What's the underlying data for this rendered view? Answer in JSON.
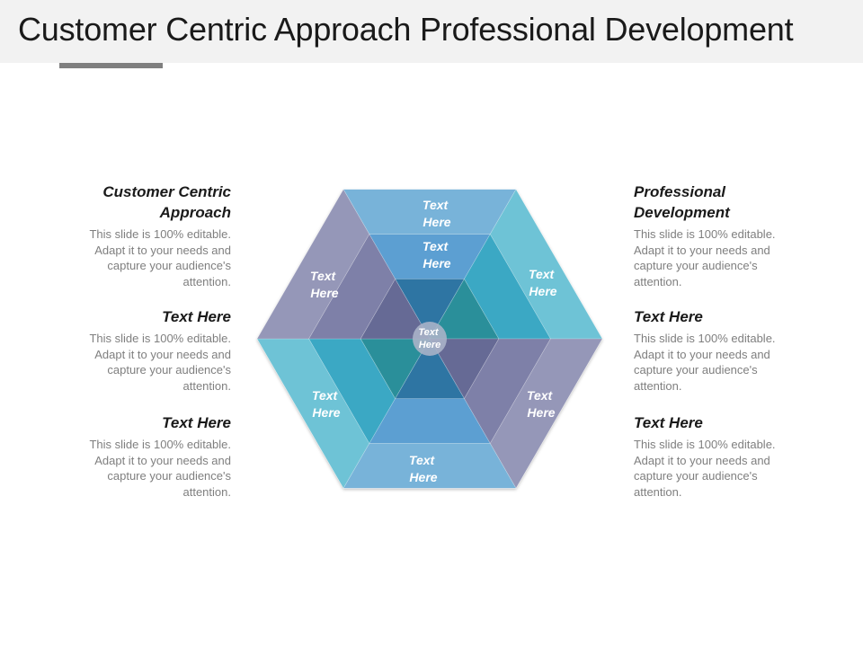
{
  "title": "Customer Centric Approach Professional Development",
  "left_blocks": [
    {
      "heading_line1": "Customer Centric",
      "heading_line2": "Approach",
      "body": "This slide is 100% editable. Adapt it to your needs and capture your audience's attention."
    },
    {
      "heading_line1": "Text Here",
      "heading_line2": "",
      "body": "This slide is 100% editable. Adapt it to your needs and capture your audience's attention."
    },
    {
      "heading_line1": "Text Here",
      "heading_line2": "",
      "body": "This slide is 100% editable. Adapt it to your needs and capture your audience's attention."
    }
  ],
  "right_blocks": [
    {
      "heading_line1": "Professional",
      "heading_line2": "Development",
      "body": "This slide is 100% editable. Adapt it to your needs and capture your audience's attention."
    },
    {
      "heading_line1": "Text Here",
      "heading_line2": "",
      "body": "This slide is 100% editable. Adapt it to your needs and capture your audience's attention."
    },
    {
      "heading_line1": "Text Here",
      "heading_line2": "",
      "body": "This slide is 100% editable. Adapt it to your needs and capture your audience's attention."
    }
  ],
  "hexagon": {
    "outer_labels": {
      "top": [
        "Text",
        "Here"
      ],
      "upper_right": [
        "Text",
        "Here"
      ],
      "lower_right": [
        "Text",
        "Here"
      ],
      "bottom": [
        "Text",
        "Here"
      ],
      "lower_left": [
        "Text",
        "Here"
      ],
      "upper_left": [
        "Text",
        "Here"
      ]
    },
    "inner_top_label": [
      "Text",
      "Here"
    ],
    "center_label": [
      "Text",
      "Here"
    ]
  },
  "colors": {
    "blue_outer": "#78b3d9",
    "blue_middle": "#5b9fd2",
    "blue_inner": "#2f75a3",
    "cyan_outer": "#6ec3d6",
    "cyan_middle": "#3aa8c4",
    "cyan_inner": "#2c8f9a",
    "purple_outer": "#9597b8",
    "purple_middle": "#7e80a8",
    "purple_inner": "#666a95",
    "center_circle": "#a8b3c8"
  }
}
